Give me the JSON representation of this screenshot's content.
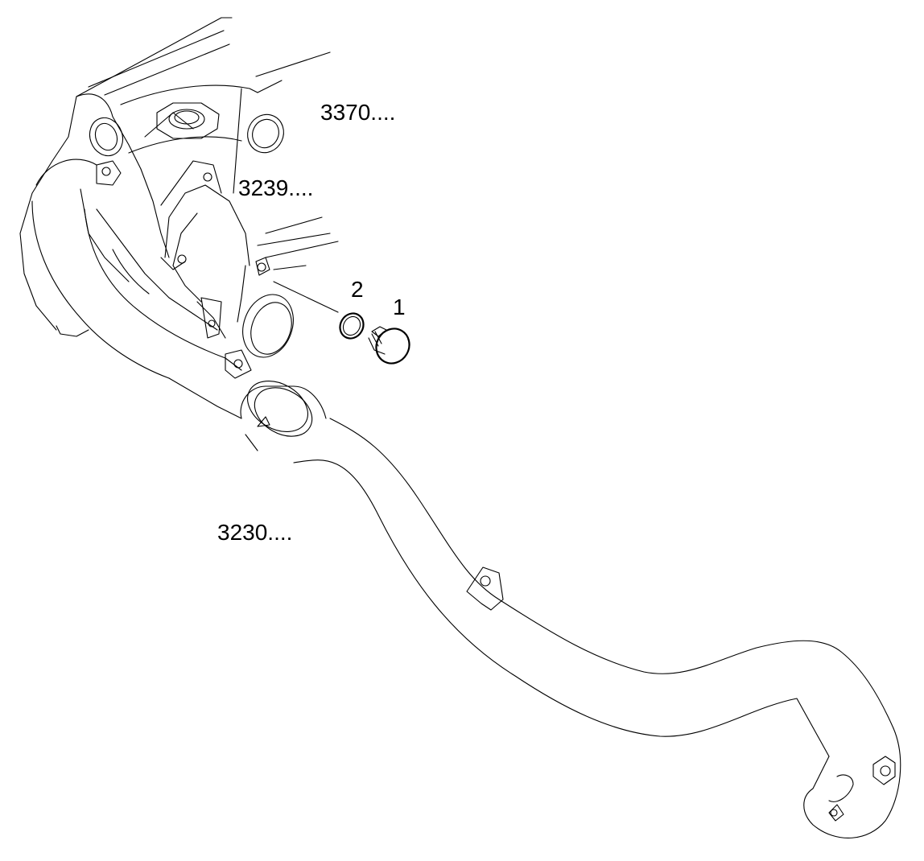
{
  "labels": {
    "ref_3370": "3370....",
    "ref_3239": "3239....",
    "ref_3230": "3230....",
    "item_2": "2",
    "item_1": "1"
  },
  "colors": {
    "line": "#000000",
    "background": "#ffffff"
  }
}
